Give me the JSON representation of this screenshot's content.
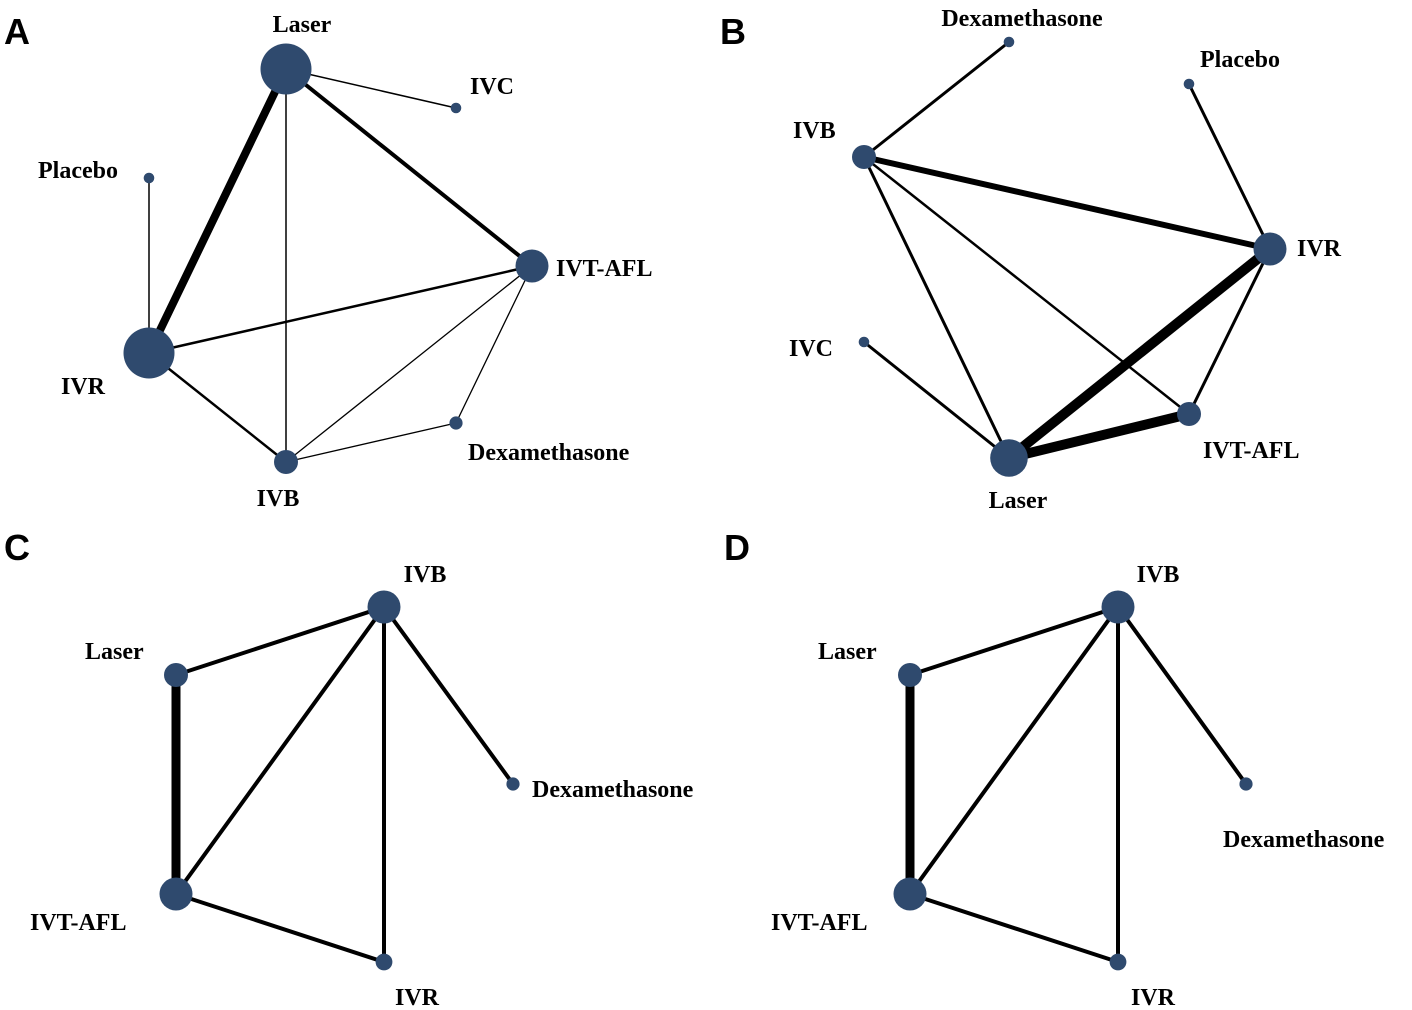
{
  "colors": {
    "node": "#2f4a6e",
    "edge": "#000000",
    "background": "#ffffff"
  },
  "panels": [
    {
      "letter": "A",
      "nodes": [
        {
          "id": "laser",
          "label": "Laser",
          "weight": 5
        },
        {
          "id": "ivc",
          "label": "IVC",
          "weight": 0.5
        },
        {
          "id": "placebo",
          "label": "Placebo",
          "weight": 0.5
        },
        {
          "id": "ivtafl",
          "label": "IVT-AFL",
          "weight": 3
        },
        {
          "id": "ivr",
          "label": "IVR",
          "weight": 5
        },
        {
          "id": "dexa",
          "label": "Dexamethasone",
          "weight": 0.8
        },
        {
          "id": "ivb",
          "label": "IVB",
          "weight": 2
        }
      ],
      "edges": [
        {
          "from": "laser",
          "to": "ivr",
          "weight": 8
        },
        {
          "from": "laser",
          "to": "ivtafl",
          "weight": 4
        },
        {
          "from": "laser",
          "to": "ivc",
          "weight": 1.5
        },
        {
          "from": "laser",
          "to": "ivb",
          "weight": 1.5
        },
        {
          "from": "placebo",
          "to": "ivr",
          "weight": 1.5
        },
        {
          "from": "ivr",
          "to": "ivtafl",
          "weight": 2.5
        },
        {
          "from": "ivr",
          "to": "ivb",
          "weight": 2.5
        },
        {
          "from": "ivb",
          "to": "ivtafl",
          "weight": 1.3
        },
        {
          "from": "ivb",
          "to": "dexa",
          "weight": 1.3
        },
        {
          "from": "ivtafl",
          "to": "dexa",
          "weight": 1.3
        }
      ]
    },
    {
      "letter": "B",
      "nodes": [
        {
          "id": "dexa",
          "label": "Dexamethasone",
          "weight": 0.5
        },
        {
          "id": "placebo",
          "label": "Placebo",
          "weight": 0.5
        },
        {
          "id": "ivb",
          "label": "IVB",
          "weight": 2
        },
        {
          "id": "ivr",
          "label": "IVR",
          "weight": 3
        },
        {
          "id": "ivc",
          "label": "IVC",
          "weight": 0.5
        },
        {
          "id": "ivtafl",
          "label": "IVT-AFL",
          "weight": 2
        },
        {
          "id": "laser",
          "label": "Laser",
          "weight": 3.5
        }
      ],
      "edges": [
        {
          "from": "ivb",
          "to": "dexa",
          "weight": 3
        },
        {
          "from": "placebo",
          "to": "ivr",
          "weight": 3
        },
        {
          "from": "ivb",
          "to": "ivr",
          "weight": 6
        },
        {
          "from": "ivb",
          "to": "laser",
          "weight": 3
        },
        {
          "from": "ivb",
          "to": "ivtafl",
          "weight": 2.5
        },
        {
          "from": "ivc",
          "to": "laser",
          "weight": 3
        },
        {
          "from": "laser",
          "to": "ivr",
          "weight": 10
        },
        {
          "from": "laser",
          "to": "ivtafl",
          "weight": 10
        },
        {
          "from": "ivr",
          "to": "ivtafl",
          "weight": 3
        }
      ]
    },
    {
      "letter": "C",
      "nodes": [
        {
          "id": "ivb",
          "label": "IVB",
          "weight": 3
        },
        {
          "id": "laser",
          "label": "Laser",
          "weight": 2
        },
        {
          "id": "dexa",
          "label": "Dexamethasone",
          "weight": 0.8
        },
        {
          "id": "ivtafl",
          "label": "IVT-AFL",
          "weight": 3
        },
        {
          "id": "ivr",
          "label": "IVR",
          "weight": 1.2
        }
      ],
      "edges": [
        {
          "from": "laser",
          "to": "ivb",
          "weight": 4
        },
        {
          "from": "laser",
          "to": "ivtafl",
          "weight": 9
        },
        {
          "from": "ivtafl",
          "to": "ivb",
          "weight": 4
        },
        {
          "from": "ivb",
          "to": "ivr",
          "weight": 4
        },
        {
          "from": "ivb",
          "to": "dexa",
          "weight": 4
        },
        {
          "from": "ivtafl",
          "to": "ivr",
          "weight": 4
        }
      ]
    },
    {
      "letter": "D",
      "nodes": [
        {
          "id": "ivb",
          "label": "IVB",
          "weight": 3
        },
        {
          "id": "laser",
          "label": "Laser",
          "weight": 2
        },
        {
          "id": "dexa",
          "label": "Dexamethasone",
          "weight": 0.8
        },
        {
          "id": "ivtafl",
          "label": "IVT-AFL",
          "weight": 3
        },
        {
          "id": "ivr",
          "label": "IVR",
          "weight": 1.2
        }
      ],
      "edges": [
        {
          "from": "laser",
          "to": "ivb",
          "weight": 4
        },
        {
          "from": "laser",
          "to": "ivtafl",
          "weight": 9
        },
        {
          "from": "ivtafl",
          "to": "ivb",
          "weight": 4
        },
        {
          "from": "ivb",
          "to": "ivr",
          "weight": 4
        },
        {
          "from": "ivb",
          "to": "dexa",
          "weight": 4
        },
        {
          "from": "ivtafl",
          "to": "ivr",
          "weight": 4
        }
      ]
    }
  ]
}
